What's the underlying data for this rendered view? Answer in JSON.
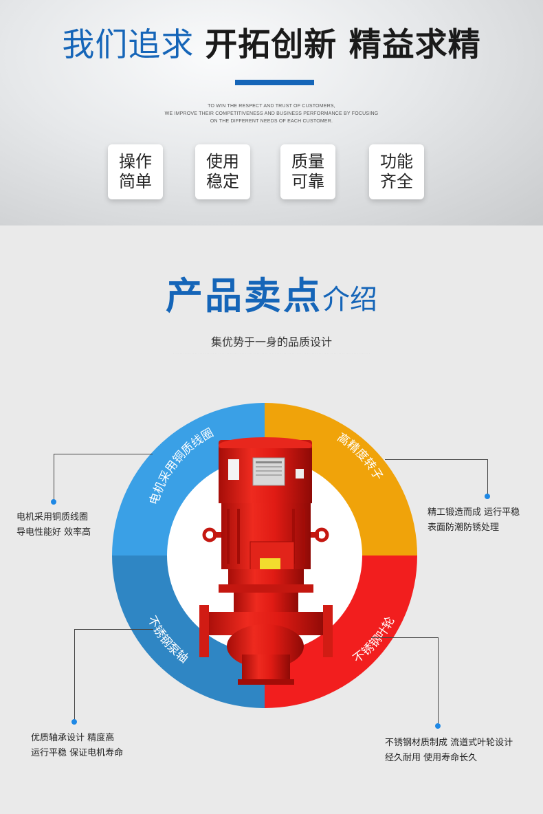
{
  "banner": {
    "title_part1": "我们追求",
    "title_part2": "开拓创新 精益求精",
    "subtitle": [
      "TO WIN THE RESPECT AND TRUST OF CUSTOMERS,",
      "WE IMPROVE THEIR COMPETITIVENESS AND BUSINESS PERFORMANCE BY FOCUSING",
      "ON THE DIFFERENT NEEDS OF EACH CUSTOMER."
    ],
    "features": [
      "操作简单",
      "使用稳定",
      "质量可靠",
      "功能齐全"
    ],
    "accent_color": "#1565b8"
  },
  "section": {
    "title_big": "产品卖点",
    "title_small": "介绍",
    "subtitle": "集优势于一身的品质设计"
  },
  "diagram": {
    "quadrants": [
      {
        "label": "电机采用铜质线圈",
        "color": "#3aa0e6"
      },
      {
        "label": "高精度转子",
        "color": "#f0a30a"
      },
      {
        "label": "不锈钢泵轴",
        "color": "#2f86c4"
      },
      {
        "label": "不锈钢叶轮",
        "color": "#f21e1e"
      }
    ],
    "callouts": [
      {
        "line1": "电机采用铜质线圈",
        "line2": "导电性能好 效率高"
      },
      {
        "line1": "精工锻造而成 运行平稳",
        "line2": "表面防潮防锈处理"
      },
      {
        "line1": "优质轴承设计 精度高",
        "line2": "运行平稳 保证电机寿命"
      },
      {
        "line1": "不锈钢材质制成 流道式叶轮设计",
        "line2": "经久耐用 使用寿命长久"
      }
    ],
    "pump_color": "#e01b14"
  }
}
